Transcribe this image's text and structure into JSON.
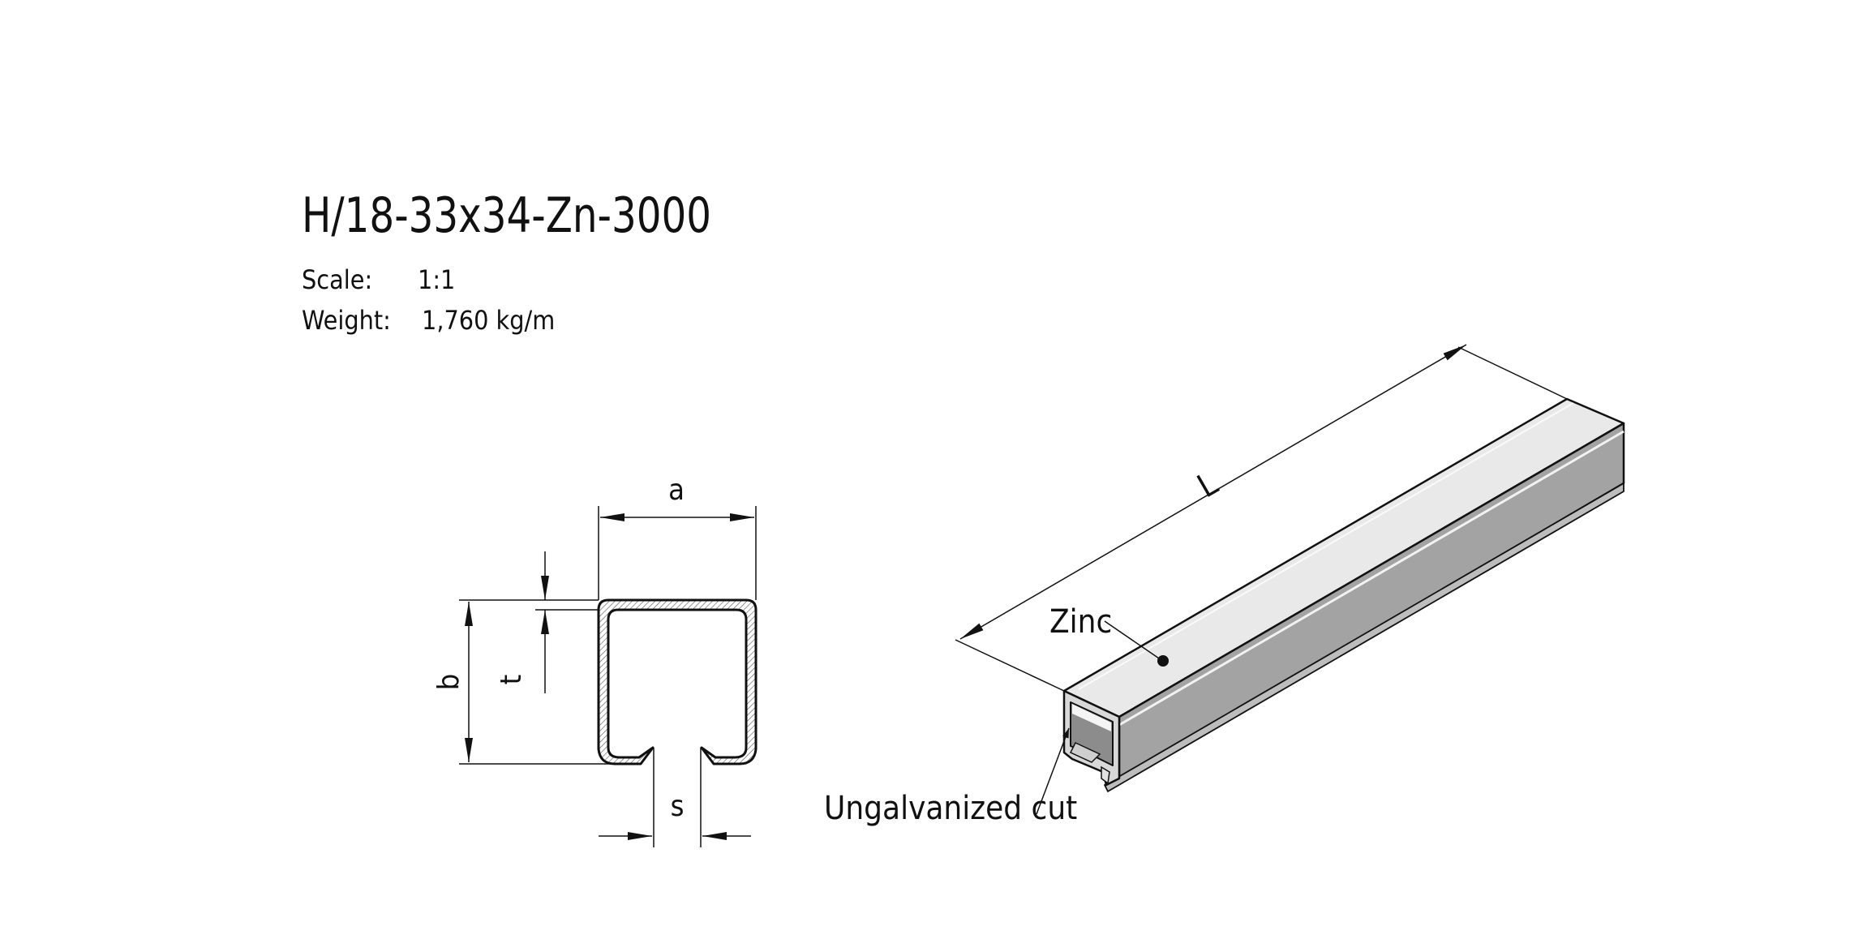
{
  "title": "H/18-33x34-Zn-3000",
  "properties": {
    "scale_label": "Scale:",
    "scale_value": "1:1",
    "weight_label": "Weight:",
    "weight_value": "1,760 kg/m"
  },
  "dimensions": {
    "a": "a",
    "b": "b",
    "t": "t",
    "s": "s",
    "L": "L"
  },
  "callouts": {
    "zinc": "Zinc",
    "cut": "Ungalvanized cut"
  },
  "colors": {
    "line": "#111111",
    "top_face": "#e9e9e9",
    "side_face": "#a3a3a3",
    "end_face": "#d8d8d8",
    "inner_shadow": "#8c8c8c"
  }
}
